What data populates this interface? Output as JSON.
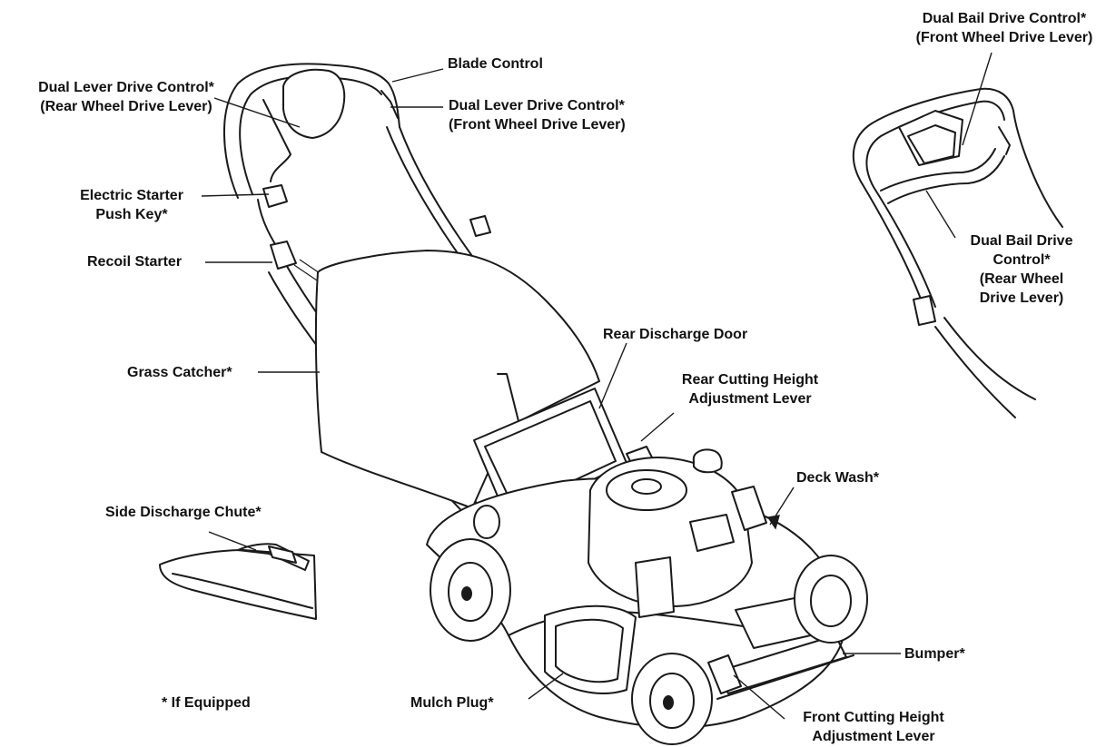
{
  "labels": {
    "blade_control": "Blade Control",
    "dual_lever_rear": [
      "Dual Lever Drive Control*",
      "(Rear Wheel Drive Lever)"
    ],
    "dual_lever_front": [
      "Dual Lever Drive Control*",
      "(Front Wheel Drive Lever)"
    ],
    "electric_starter": [
      "Electric Starter",
      "Push Key*"
    ],
    "recoil_starter": "Recoil Starter",
    "grass_catcher": "Grass Catcher*",
    "rear_discharge_door": "Rear Discharge Door",
    "rear_cutting_height": [
      "Rear Cutting Height",
      "Adjustment Lever"
    ],
    "deck_wash": "Deck Wash*",
    "side_discharge_chute": "Side Discharge Chute*",
    "bumper": "Bumper*",
    "mulch_plug": "Mulch Plug*",
    "front_cutting_height": [
      "Front Cutting Height",
      "Adjustment Lever"
    ],
    "dual_bail_front": [
      "Dual Bail Drive Control*",
      "(Front Wheel Drive Lever)"
    ],
    "dual_bail_rear": [
      "Dual Bail Drive",
      "Control*",
      "(Rear Wheel",
      "Drive Lever)"
    ]
  },
  "footnote": "* If Equipped",
  "colors": {
    "ink": "#1a1a1a",
    "background": "#ffffff"
  }
}
